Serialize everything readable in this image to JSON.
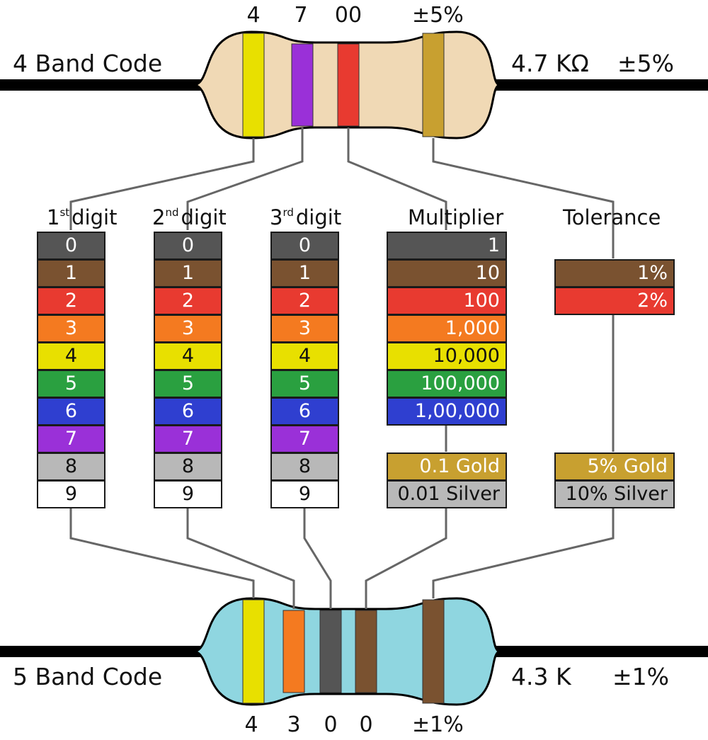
{
  "four_band": {
    "title": "4 Band Code",
    "value": "4.7 KΩ",
    "tolerance": "±5%",
    "digits": [
      "4",
      "7",
      "00",
      "±5%"
    ]
  },
  "five_band": {
    "title": "5 Band Code",
    "value": "4.3 K",
    "tolerance": "±1%",
    "digits": [
      "4",
      "3",
      "0",
      "0",
      "±1%"
    ]
  },
  "columns": {
    "first": {
      "title": "digit",
      "sup": "st",
      "prefix": "1"
    },
    "second": {
      "title": "digit",
      "sup": "nd",
      "prefix": "2"
    },
    "third": {
      "title": "digit",
      "sup": "rd",
      "prefix": "3"
    },
    "multiplier": {
      "title": "Multiplier"
    },
    "tolerance": {
      "title": "Tolerance"
    }
  },
  "digit_rows": [
    {
      "label": "0",
      "color": "#555555",
      "text_color": "#ffffff"
    },
    {
      "label": "1",
      "color": "#7a5230",
      "text_color": "#ffffff"
    },
    {
      "label": "2",
      "color": "#e83a30",
      "text_color": "#ffffff"
    },
    {
      "label": "3",
      "color": "#f47a20",
      "text_color": "#ffffff"
    },
    {
      "label": "4",
      "color": "#e8e000",
      "text_color": "#111111"
    },
    {
      "label": "5",
      "color": "#2aa040",
      "text_color": "#ffffff"
    },
    {
      "label": "6",
      "color": "#2f3fd0",
      "text_color": "#ffffff"
    },
    {
      "label": "7",
      "color": "#9a30d8",
      "text_color": "#ffffff"
    },
    {
      "label": "8",
      "color": "#b8b8b8",
      "text_color": "#111111"
    },
    {
      "label": "9",
      "color": "#ffffff",
      "text_color": "#111111"
    }
  ],
  "multiplier_rows": [
    {
      "label": "1",
      "color": "#555555",
      "text_color": "#ffffff"
    },
    {
      "label": "10",
      "color": "#7a5230",
      "text_color": "#ffffff"
    },
    {
      "label": "100",
      "color": "#e83a30",
      "text_color": "#ffffff"
    },
    {
      "label": "1,000",
      "color": "#f47a20",
      "text_color": "#ffffff"
    },
    {
      "label": "10,000",
      "color": "#e8e000",
      "text_color": "#111111"
    },
    {
      "label": "100,000",
      "color": "#2aa040",
      "text_color": "#ffffff"
    },
    {
      "label": "1,00,000",
      "color": "#2f3fd0",
      "text_color": "#ffffff"
    }
  ],
  "multiplier_extra": [
    {
      "label": "0.1 Gold",
      "color": "#c8a030",
      "text_color": "#ffffff"
    },
    {
      "label": "0.01 Silver",
      "color": "#b8b8b8",
      "text_color": "#111111"
    }
  ],
  "tolerance_rows": [
    {
      "label": "1%",
      "color": "#7a5230",
      "text_color": "#ffffff"
    },
    {
      "label": "2%",
      "color": "#e83a30",
      "text_color": "#ffffff"
    }
  ],
  "tolerance_extra": [
    {
      "label": "5% Gold",
      "color": "#c8a030",
      "text_color": "#ffffff"
    },
    {
      "label": "10% Silver",
      "color": "#b8b8b8",
      "text_color": "#111111"
    }
  ],
  "resistor_colors": {
    "four_band_body": "#f0d9b5",
    "five_band_body": "#8fd6e0",
    "four_bands": [
      "#e8e000",
      "#9a30d8",
      "#e83a30",
      "#c8a030"
    ],
    "five_bands": [
      "#e8e000",
      "#f47a20",
      "#555555",
      "#7a5230",
      "#7a5230"
    ]
  }
}
